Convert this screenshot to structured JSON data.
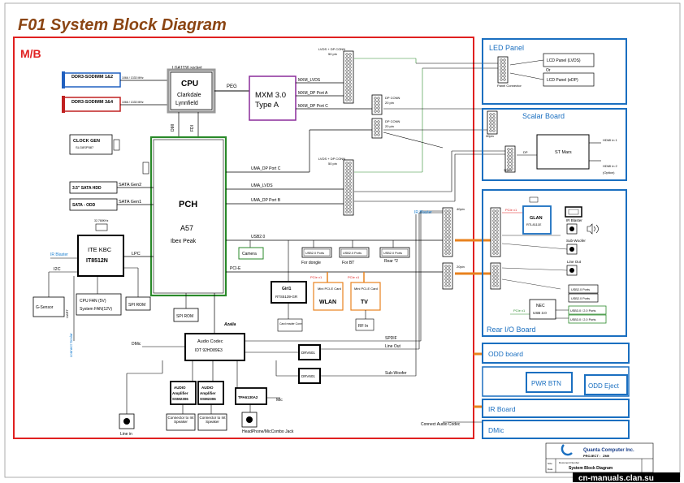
{
  "title": "F01 System Block Diagram",
  "mb_label": "M/B",
  "cpu": {
    "title": "CPU",
    "line1": "Clarkdale",
    "line2": "Lynnfield",
    "socket": "LGA1156 socket"
  },
  "dimm1": {
    "label": "DDR3-SODIMM 1&2",
    "spec": "1066 / 1333 MHz"
  },
  "dimm2": {
    "label": "DDR3-SODIMM 3&4",
    "spec": "1066 / 1333 MHz"
  },
  "clock": {
    "title": "CLOCK GEN",
    "part": "SLG8SP587"
  },
  "mxm": {
    "line1": "MXM 3.0",
    "line2": "Type A",
    "port_lvds": "MXM_LVDS",
    "port_a": "MXM_DP Port A",
    "port_c": "MXM_DP Port C",
    "bus": "PEG"
  },
  "conn_top": {
    "name": "LVDS + DP CONN",
    "pins": "50 pin"
  },
  "conn_mid": {
    "name": "LVDS + DP CONN",
    "pins": "50 pin"
  },
  "dp1": {
    "name": "DP CONN",
    "pins": "20 pin"
  },
  "dp2": {
    "name": "DP CONN",
    "pins": "20 pin"
  },
  "dmi": "DMI",
  "fdi": "FDI",
  "pch": {
    "title": "PCH",
    "model": "A57",
    "sub": "Ibex Peak"
  },
  "uma": {
    "dp_c": "UMA_DP Port C",
    "lvds": "UMA_LVDS",
    "dp_b": "UMA_DP Port B"
  },
  "sata": {
    "hdd": "3.5\" SATA HDD",
    "odd": "SATA - ODD",
    "gen2": "SATA Gen2",
    "gen1": "SATA Gen1"
  },
  "kbc": {
    "line1": "ITE KBC",
    "line2": "IT8512N",
    "crystal": "32.768KHz",
    "lpc": "LPC",
    "i2c": "I2C"
  },
  "gsensor": "G-Sensor",
  "fan": {
    "line1": "CPU FAN (5V)",
    "line2": "System FAN(12V)"
  },
  "spirom1": "SPI ROM",
  "spirom2": "SPI ROM",
  "ir_blaster_left": "IR Blaster",
  "uart": "UART",
  "connect_scalar": "connect Scalar",
  "usb2": "USB2.0",
  "pcie": "PCI-E",
  "camera": "Camera",
  "usb_dongle": {
    "port": "USB2.0 Ports",
    "caption": "For dongle"
  },
  "usb_bt": {
    "port": "USB2.0 Ports",
    "caption": "For BT"
  },
  "usb_rear": {
    "port": "USB2.0 Ports",
    "caption": "Rear *2"
  },
  "cardreader": {
    "title": "Girl1",
    "part": "RTS5139-GR",
    "caption": "Card reader Conn"
  },
  "pcie_x1_a": "PCIe x1",
  "pcie_x1_b": "PCIe x1",
  "wlan": {
    "mini": "Mini PCI-E Card",
    "name": "WLAN"
  },
  "tv": {
    "mini": "Mini PCI-E Card",
    "name": "TV"
  },
  "rfin": "RF In",
  "azalia": "Azalia",
  "codec": {
    "title": "Audio Codec",
    "part": "IDT 92HD89E3"
  },
  "dmic_line": "DMic",
  "drv1": "DRV601",
  "drv2": "DRV601",
  "spdif": "SPDIF",
  "lineout": "Line Out",
  "subwoofer": "Sub-Woofer",
  "amp1": {
    "l1": "AUDIO",
    "l2": "Amplifier",
    "l3": "SSM2306"
  },
  "amp2": {
    "l1": "AUDIO",
    "l2": "Amplifier",
    "l3": "SSM2306"
  },
  "tpa": "TPA6130A2",
  "mic": "Mic",
  "linein": "Line in",
  "spk1": "Connector to Int Speaker",
  "spk2": "Connector to Int Speaker",
  "headphone": "HeadPhone/MicCombo Jack",
  "connect_audio": "Connect Audio Codec",
  "pins_40": "40pin",
  "pins_20": "20pin",
  "pins_30a": "30pin",
  "pins_30b": "30pin",
  "dp_small": "DP",
  "led": {
    "title": "LED Panel",
    "lvds": "LCD Panel (LVDS)",
    "or": "Or",
    "edp": "LCD Panel (eDP)",
    "conn": "Panel Connector"
  },
  "scalar": {
    "title": "Scalar Board",
    "chip": "ST Mars",
    "hdmi1": "HDMI in 1",
    "hdmi2": "HDMI in 2",
    "option": "(Option)"
  },
  "rear": {
    "title": "Rear I/O Board",
    "ir": "IR Blaster",
    "pcie": "PCIe x1",
    "glan": "GLAN",
    "glan_part": "RTL8111E",
    "ir_blaster": "IR Blaster",
    "subwoofer": "Sub-Woofer",
    "lineout": "Line Out",
    "usb2a": "USB2.0 Ports",
    "usb2b": "USB2.0 Ports",
    "nec": "NEC",
    "usb3": "USB 3.0",
    "pcie2": "PCIe x1",
    "usb3a": "USB3.0 / 2.0 Ports",
    "usb3b": "USB3.0 / 2.0 Ports"
  },
  "odd_board": "ODD board",
  "pwr_btn": "PWR BTN",
  "odd_eject": "ODD Eject",
  "ir_board": "IR Board",
  "dmic_board": "DMic",
  "titleblock": {
    "company": "Quanta Computer Inc.",
    "project_label": "PROJECT :",
    "project": "ZM9",
    "doc_label": "Document Number",
    "doc": "System Block Diagram",
    "size": "Size",
    "date": "Date"
  },
  "watermark": "cn-manuals.clan.su",
  "colors": {
    "title": "#8b4513",
    "mb": "#e02020",
    "panel": "#1a6fc0",
    "pch": "#2a8a2a",
    "mxm": "#8a2b9a",
    "orange": "#e8821e",
    "blue_text": "#1a7fd0"
  }
}
